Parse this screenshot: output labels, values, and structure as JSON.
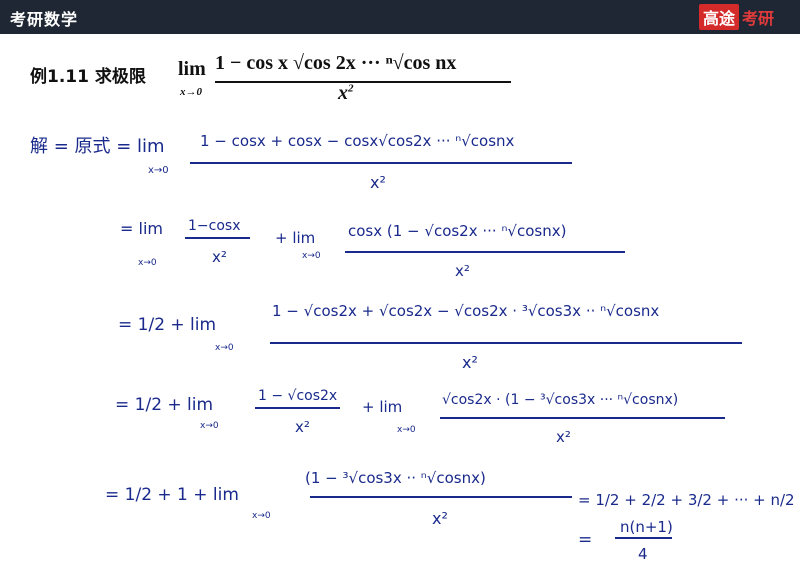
{
  "header": {
    "title": "考研数学",
    "brand_box": "高途",
    "brand_text": "考研"
  },
  "problem": {
    "label": "例1.11 求极限",
    "lim": "lim",
    "lim_sub": "x→0",
    "numerator": "1 − cos x √cos 2x ··· ⁿ√cos nx",
    "denominator_var": "x",
    "denominator_exp": "2"
  },
  "solution": {
    "ink_color": "#1a2a8c",
    "line1": {
      "lead": "解 = 原式 = lim",
      "sub": "x→0",
      "numerator": "1 − cosx + cosx − cosx√cos2x ··· ⁿ√cosnx",
      "denominator": "x²"
    },
    "line2": {
      "lead": "= lim",
      "sub": "x→0",
      "frac1_num": "1−cosx",
      "frac1_den": "x²",
      "plus": "+ lim",
      "sub2": "x→0",
      "frac2_num": "cosx (1 − √cos2x ··· ⁿ√cosnx)",
      "frac2_den": "x²"
    },
    "line3": {
      "lead": "= 1/2 + lim",
      "sub": "x→0",
      "numerator": "1 − √cos2x + √cos2x − √cos2x · ³√cos3x ·· ⁿ√cosnx",
      "denominator": "x²"
    },
    "line4": {
      "lead": "= 1/2 + lim",
      "sub": "x→0",
      "frac1_num": "1 − √cos2x",
      "frac1_den": "x²",
      "plus": "+ lim",
      "sub2": "x→0",
      "frac2_num": "√cos2x · (1 − ³√cos3x ··· ⁿ√cosnx)",
      "frac2_den": "x²"
    },
    "line5": {
      "lead": "= 1/2 + 1 + lim",
      "sub": "x→0",
      "numerator": "(1 − ³√cos3x ·· ⁿ√cosnx)",
      "denominator": "x²",
      "sum": "= 1/2 + 2/2 + 3/2 + ··· + n/2"
    },
    "line6": {
      "result_num": "n(n+1)",
      "result_den": "4",
      "eq": "="
    }
  }
}
